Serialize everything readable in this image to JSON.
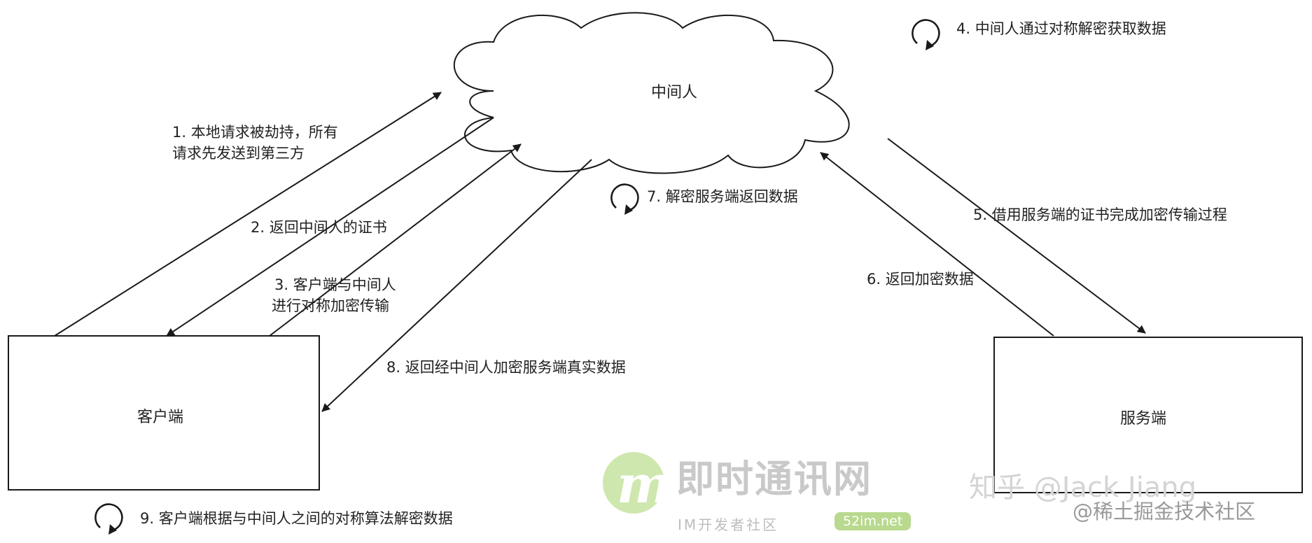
{
  "nodes": {
    "mitm": "中间人",
    "client": "客户端",
    "server": "服务端"
  },
  "steps": {
    "s1_line1": "1. 本地请求被劫持，所有",
    "s1_line2": "请求先发送到第三方",
    "s2": "2. 返回中间人的证书",
    "s3_line1": "3. 客户端与中间人",
    "s3_line2": "进行对称加密传输",
    "s4": "4. 中间人通过对称解密获取数据",
    "s5": "5. 借用服务端的证书完成加密传输过程",
    "s6": "6. 返回加密数据",
    "s7": "7. 解密服务端返回数据",
    "s8": "8. 返回经中间人加密服务端真实数据",
    "s9": "9. 客户端根据与中间人之间的对称算法解密数据"
  },
  "watermarks": {
    "logo_letter": "m",
    "brand": "即时通讯网",
    "sub": "IM开发者社区",
    "domain": "52im.net",
    "zhihu": "知乎 @Jack Jiang",
    "juejin": "@稀土掘金技术社区"
  },
  "colors": {
    "line": "#1a1a1a",
    "logo_green": "#c5e3a0"
  }
}
